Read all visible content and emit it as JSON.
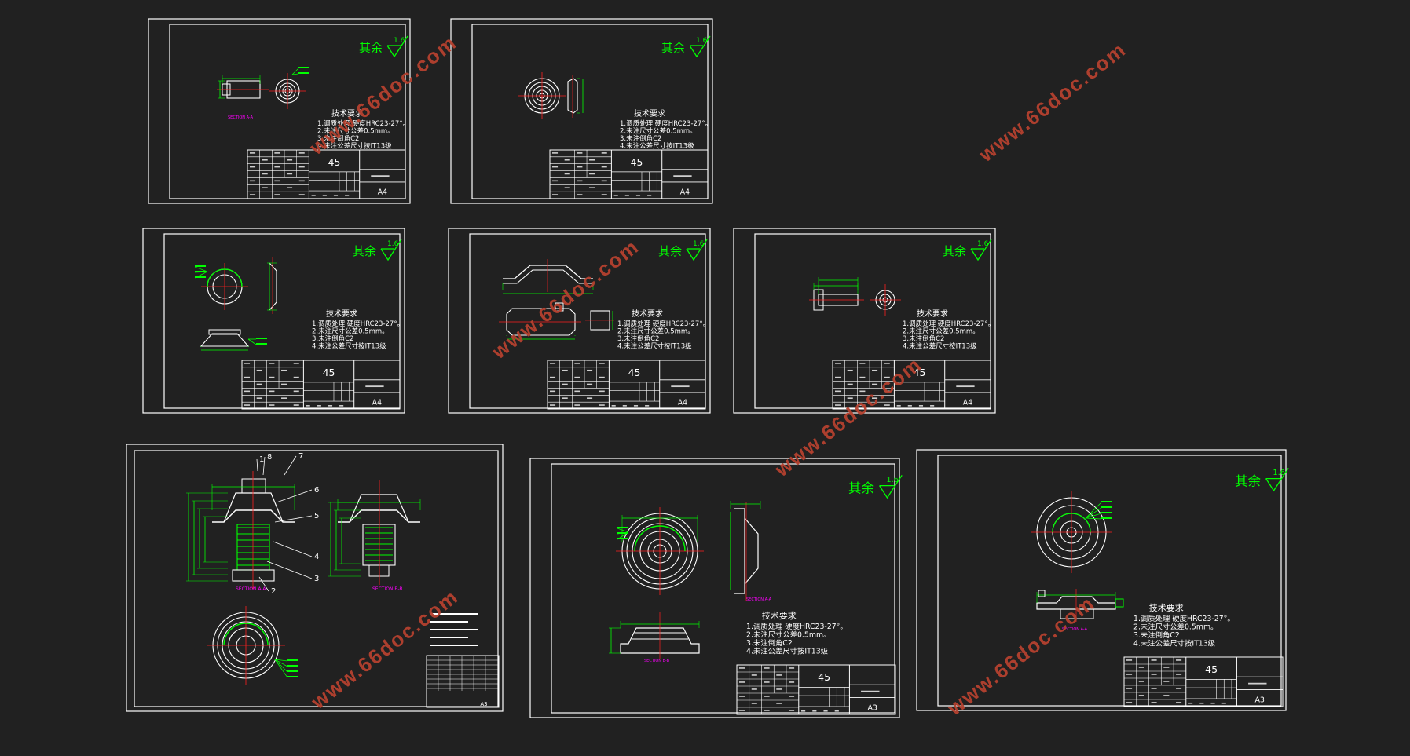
{
  "colors": {
    "background": "#212121",
    "frame": "#ffffff",
    "geometry": "#ffffff",
    "dimension": "#00ff00",
    "center_line": "#ff2020",
    "section_label": "#ff00ff",
    "symbol": "#00ff00",
    "watermark": "#b5412f"
  },
  "watermark": "www.66doc.com",
  "sheets": [
    {
      "material": "45",
      "size": "A4",
      "roughness_note": "其余",
      "roughness_value": "1.6",
      "tech_title": "技术要求",
      "tech_lines": [
        "1.调质处理 硬度HRC23-27°。",
        "2.未注尺寸公差0.5mm。",
        "3.未注倒角C2",
        "4.未注公差尺寸按IT13级"
      ],
      "section_label": "SECTION A-A"
    },
    {
      "material": "45",
      "size": "A4",
      "roughness_note": "其余",
      "roughness_value": "1.6",
      "tech_title": "技术要求",
      "tech_lines": [
        "1.调质处理 硬度HRC23-27°。",
        "2.未注尺寸公差0.5mm。",
        "3.未注倒角C2",
        "4.未注公差尺寸按IT13级"
      ]
    },
    {
      "material": "45",
      "size": "A4",
      "roughness_note": "其余",
      "roughness_value": "1.6",
      "tech_title": "技术要求",
      "tech_lines": [
        "1.调质处理 硬度HRC23-27°。",
        "2.未注尺寸公差0.5mm。",
        "3.未注倒角C2",
        "4.未注公差尺寸按IT13级"
      ]
    },
    {
      "material": "45",
      "size": "A4",
      "roughness_note": "其余",
      "roughness_value": "1.6",
      "tech_title": "技术要求",
      "tech_lines": [
        "1.调质处理 硬度HRC23-27°。",
        "2.未注尺寸公差0.5mm。",
        "3.未注倒角C2",
        "4.未注公差尺寸按IT13级"
      ]
    },
    {
      "material": "45",
      "size": "A4",
      "roughness_note": "其余",
      "roughness_value": "1.6",
      "tech_title": "技术要求",
      "tech_lines": [
        "1.调质处理 硬度HRC23-27°。",
        "2.未注尺寸公差0.5mm。",
        "3.未注倒角C2",
        "4.未注公差尺寸按IT13级"
      ]
    },
    {
      "size": "A3",
      "balloons": [
        "8",
        "7",
        "6",
        "5",
        "4",
        "3",
        "2",
        "1"
      ],
      "section_labels": [
        "SECTION A-A",
        "SECTION B-B"
      ]
    },
    {
      "material": "45",
      "size": "A3",
      "roughness_note": "其余",
      "roughness_value": "1.6",
      "tech_title": "技术要求",
      "tech_lines": [
        "1.调质处理 硬度HRC23-27°。",
        "2.未注尺寸公差0.5mm。",
        "3.未注倒角C2",
        "4.未注公差尺寸按IT13级"
      ],
      "section_labels": [
        "SECTION A-A",
        "SECTION B-B"
      ]
    },
    {
      "material": "45",
      "size": "A3",
      "roughness_note": "其余",
      "roughness_value": "1.6",
      "tech_title": "技术要求",
      "tech_lines": [
        "1.调质处理 硬度HRC23-27°。",
        "2.未注尺寸公差0.5mm。",
        "3.未注倒角C2",
        "4.未注公差尺寸按IT13级"
      ],
      "section_label": "SECTION A-A"
    }
  ]
}
